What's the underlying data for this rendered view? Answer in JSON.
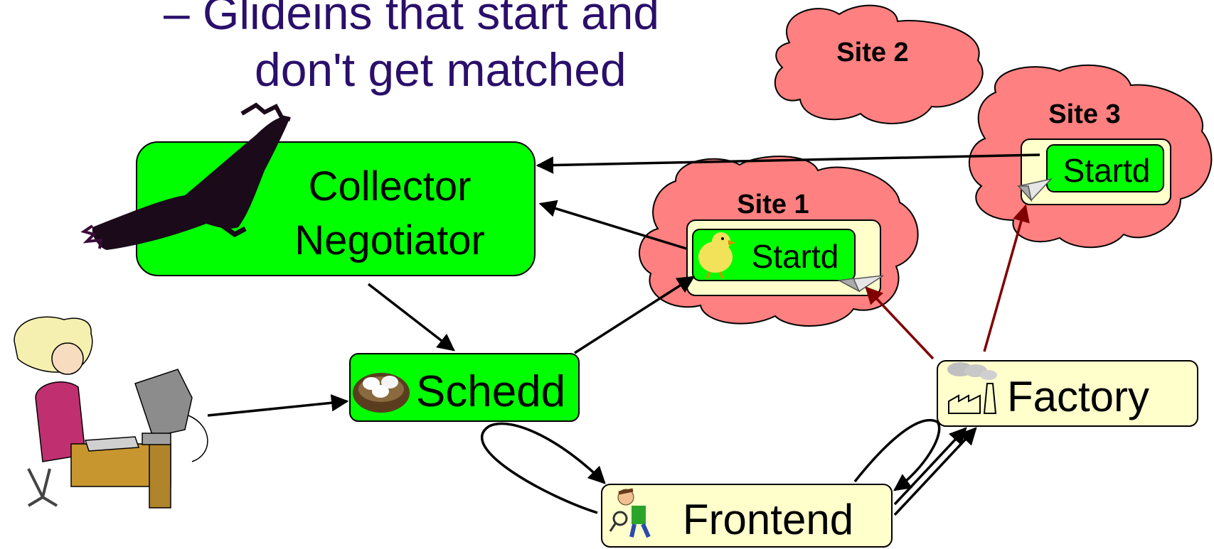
{
  "slide": {
    "bullet_line1": "– Glideins that start and",
    "bullet_line2": "don't get matched"
  },
  "nodes": {
    "collector_line1": "Collector",
    "collector_line2": "Negotiator",
    "schedd": "Schedd",
    "frontend": "Frontend",
    "factory": "Factory",
    "site1_startd": "Startd",
    "site3_startd": "Startd"
  },
  "sites": {
    "site1": "Site 1",
    "site2": "Site 2",
    "site3": "Site 3"
  },
  "colors": {
    "green": "#00ff00",
    "cream": "#ffffcc",
    "cloud": "#ff8080",
    "title": "#2a0f6b",
    "red_arrow": "#800000"
  },
  "icons": [
    "vulture-icon",
    "user-at-computer-icon",
    "nest-eggs-icon",
    "chick-icon",
    "paper-plane-icon",
    "factory-icon",
    "frontend-person-icon"
  ]
}
